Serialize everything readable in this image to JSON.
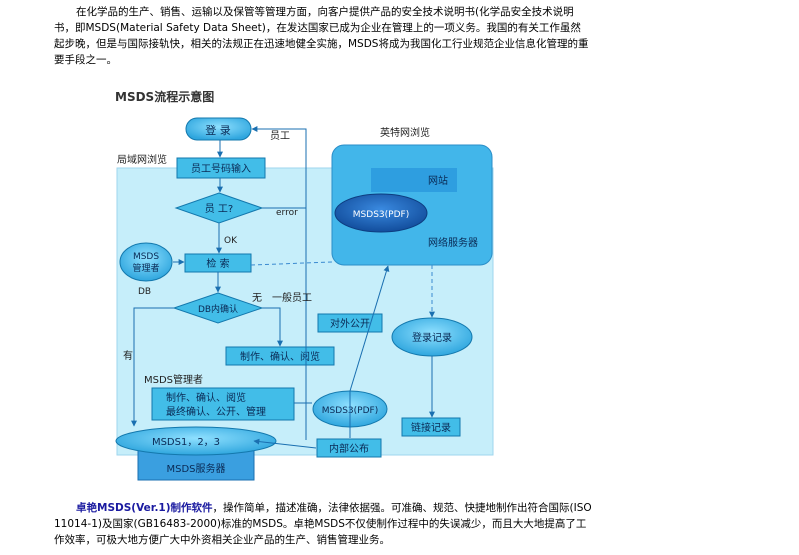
{
  "intro": "在化学品的生产、销售、运输以及保管等管理方面，向客户提供产品的安全技术说明书(化学品安全技术说明书，即MSDS(Material Safety Data Sheet)，在发达国家已成为企业在管理上的一项义务。我国的有关工作虽然起步晚，但是与国际接轨快，相关的法规正在迅速地健全实施，MSDS将成为我国化工行业规范企业信息化管理的重要手段之一。",
  "diagram": {
    "title": "MSDS流程示意图",
    "regions": {
      "lan": "局域网浏览",
      "internet": "英特网浏览",
      "website": "网站",
      "web_server": "网络服务器",
      "msds_server": "MSDS服务器"
    },
    "nodes": {
      "login": "登 录",
      "employee_id_input": "员工号码输入",
      "employee_check": "员 工?",
      "search": "检 索",
      "db_confirm": "DB内确认",
      "msds_manager": [
        "MSDS",
        "管理者"
      ],
      "msds3_pdf_web": "MSDS3(PDF)",
      "msds3_pdf": "MSDS3(PDF)",
      "login_record": "登录记录",
      "link_record": "链接记录",
      "public_release": "对外公开",
      "internal_release": "内部公布",
      "make_confirm_view": "制作、确认、阅览",
      "manager_tasks": [
        "制作、确认、阅览",
        "最终确认、公开、管理"
      ],
      "msds_store": "MSDS1，2，3"
    },
    "labels": {
      "employee": "员工",
      "error": "error",
      "ok": "OK",
      "db": "DB",
      "none": "无",
      "general_employee": "一般员工",
      "yes": "有",
      "msds_manager_label": "MSDS管理者"
    }
  },
  "outro": {
    "product": "卓艳MSDS(Ver.1)制作软件",
    "text": "，操作简单，描述准确，法律依据强。可准确、规范、快捷地制作出符合国际(ISO 11014-1)及国家(GB16483-2000)标准的MSDS。卓艳MSDS不仅使制作过程中的失误减少，而且大大地提高了工作效率，可极大地方便广大中外资相关企业产品的生产、销售管理业务。"
  },
  "colors": {
    "lan_bg": "#c6eefa",
    "node_fill": "#42bde8",
    "node_stroke": "#1378ad",
    "server_fill": "#3399dd",
    "msds3_fill": "#1e6fc0",
    "arrow": "#1a6fb0",
    "dashed": "#3a8ad0"
  }
}
